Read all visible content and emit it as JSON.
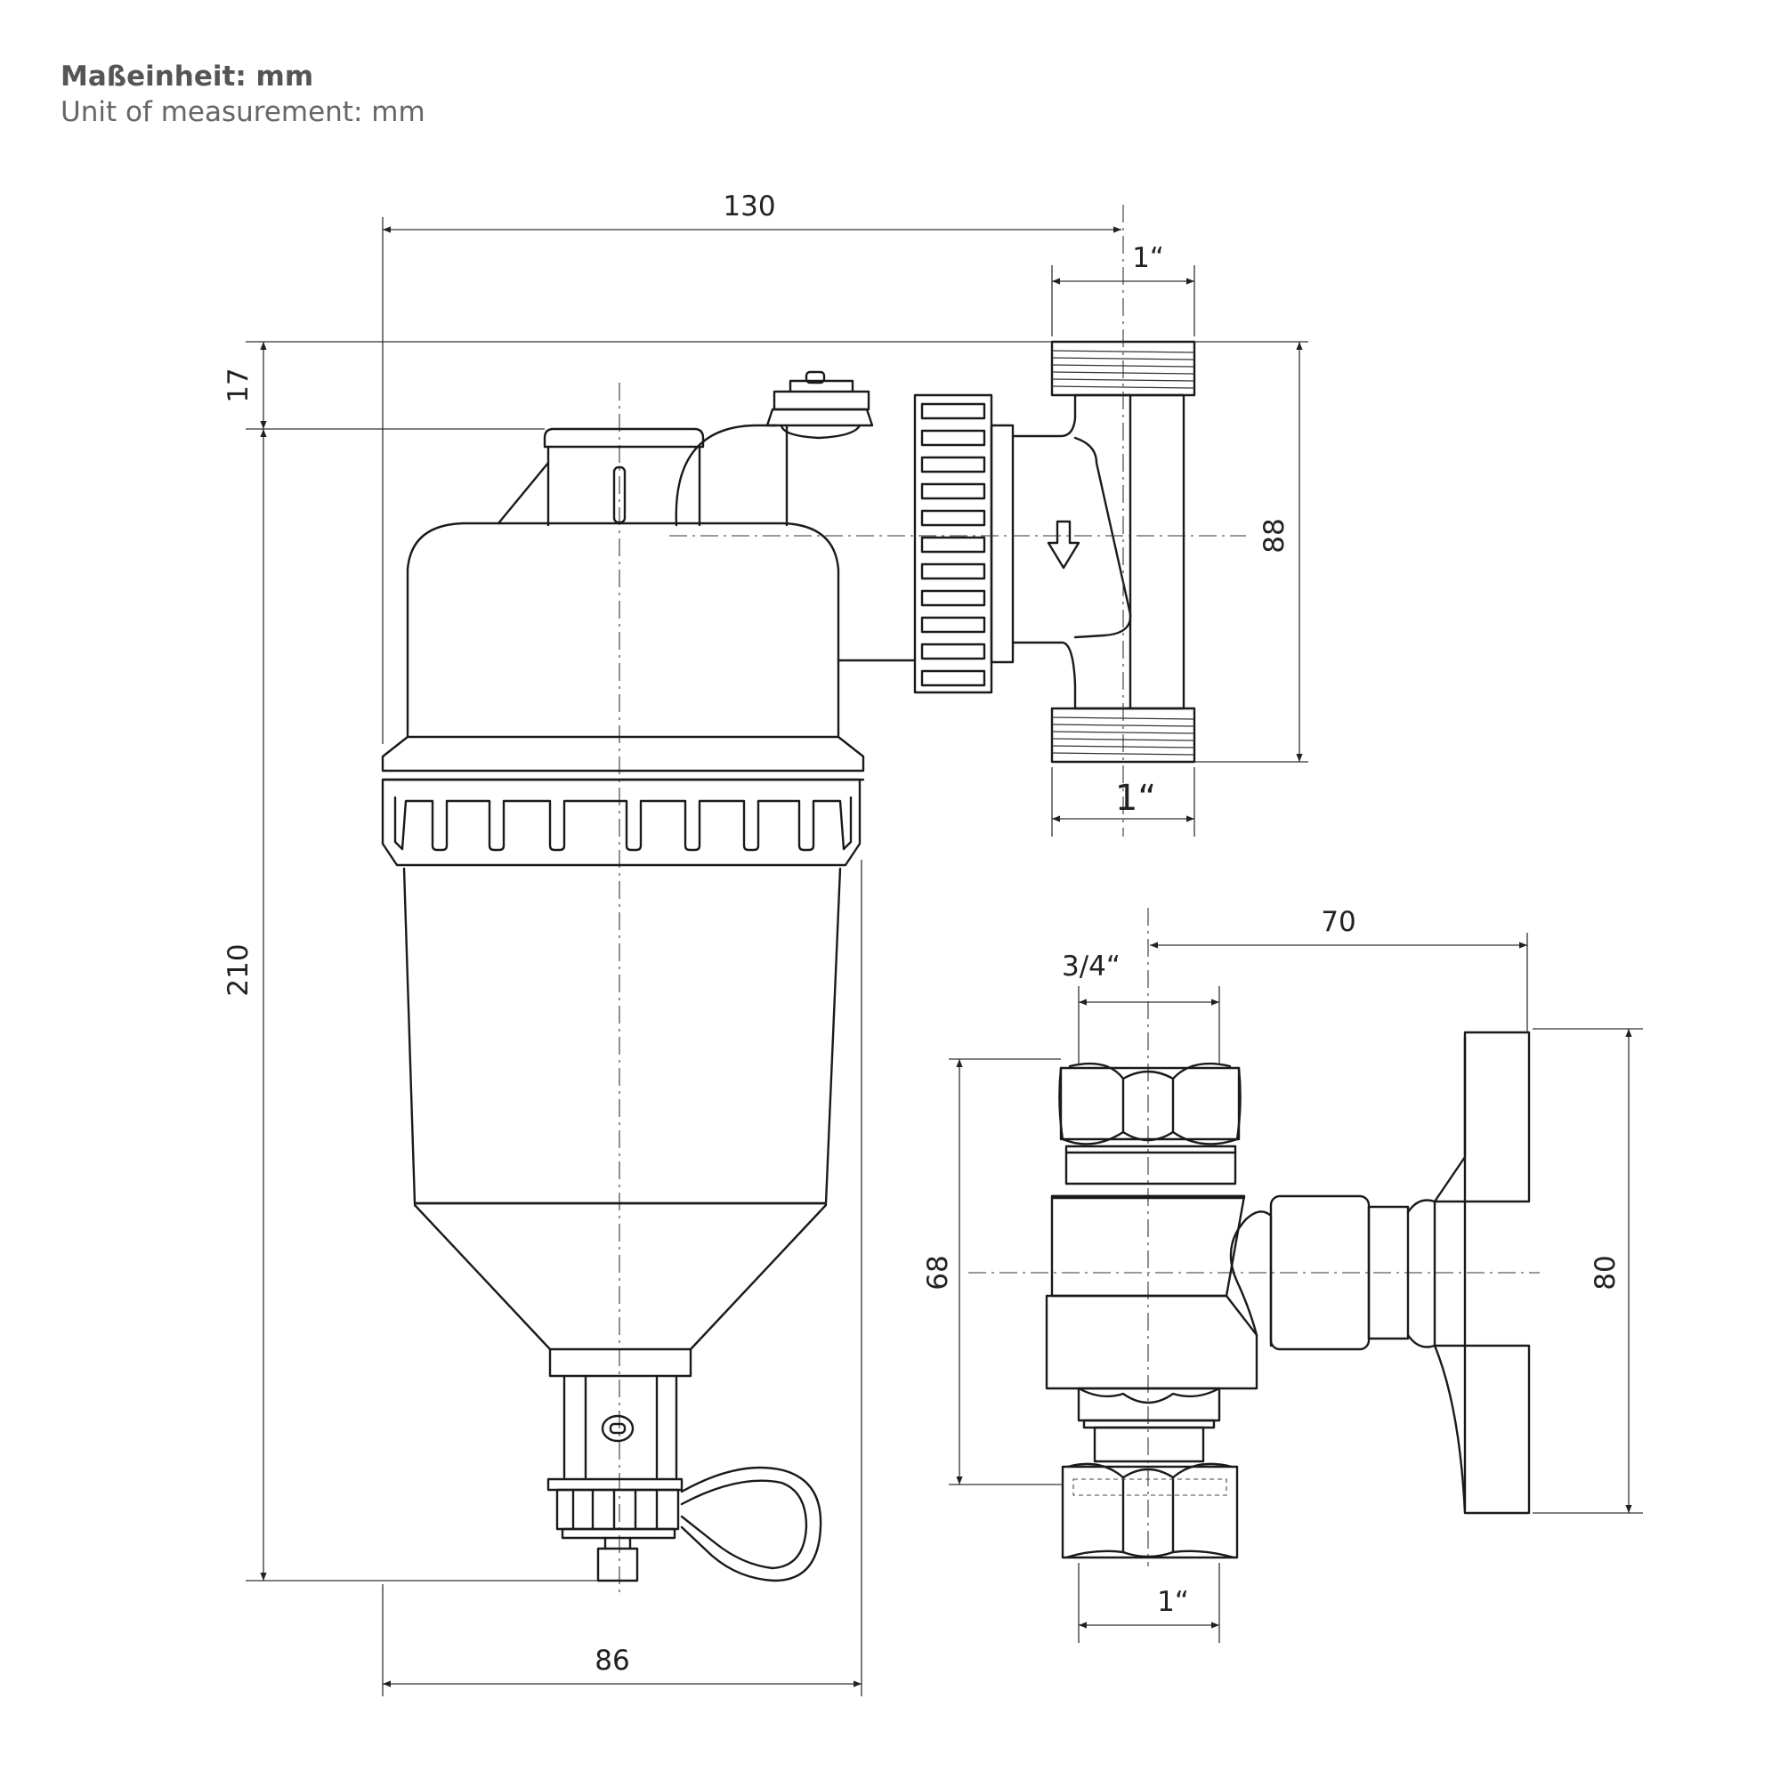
{
  "header": {
    "unit_de": "Maßeinheit: mm",
    "unit_en": "Unit of measurement: mm"
  },
  "dimensions": {
    "top_width": "130",
    "top_thread": "1“",
    "cap_height": "17",
    "connector_height": "88",
    "bottom_thread": "1“",
    "total_height": "210",
    "body_width": "86",
    "valve_width": "70",
    "valve_inlet": "3/4“",
    "valve_height": "68",
    "handle_height": "80",
    "valve_outlet": "1“"
  }
}
